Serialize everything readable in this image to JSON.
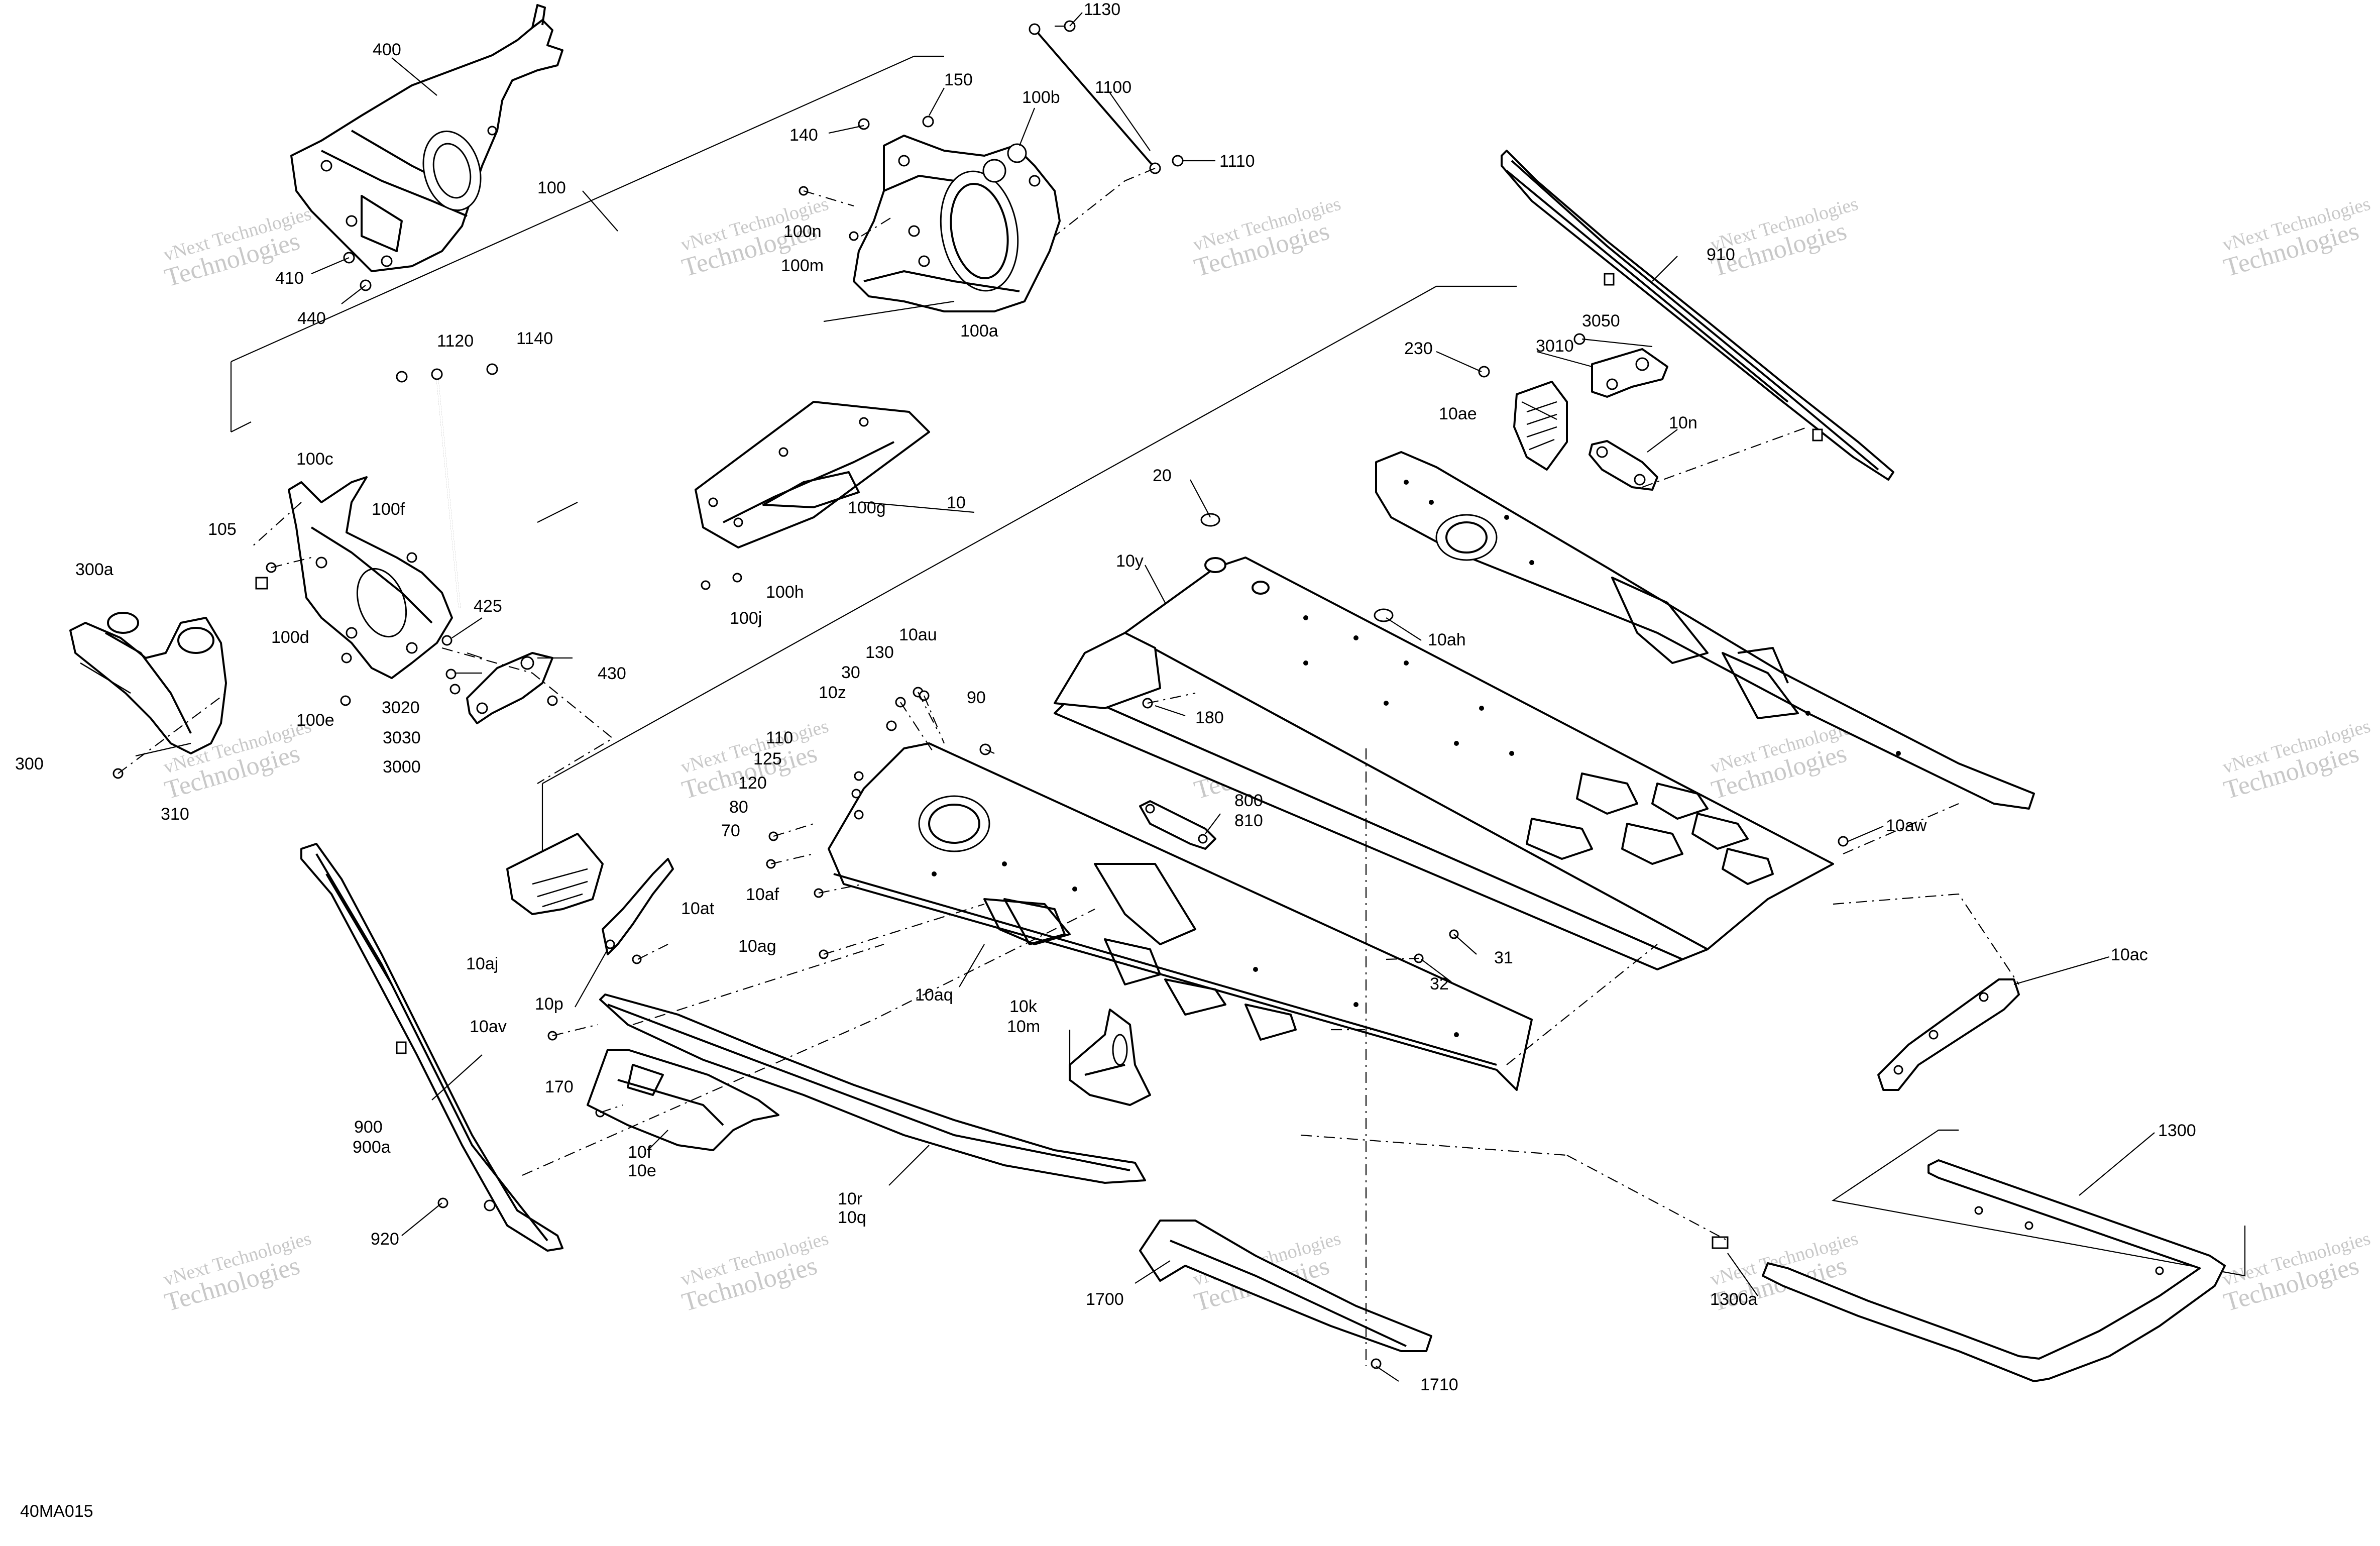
{
  "diagram_code": "40MA015",
  "watermark_text": {
    "line1": "vNext Technologies",
    "line2": "Technologies",
    "small": "vNext"
  },
  "labels": {
    "l1130": "1130",
    "l1100": "1100",
    "l1110": "1110",
    "l150": "150",
    "l140": "140",
    "l100b": "100b",
    "l400": "400",
    "l100": "100",
    "l410": "410",
    "l440": "440",
    "l100n": "100n",
    "l100m": "100m",
    "l100a": "100a",
    "l910": "910",
    "l1120": "1120",
    "l1140": "1140",
    "l3050": "3050",
    "l230": "230",
    "l3010": "3010",
    "l10ae": "10ae",
    "l10n": "10n",
    "l100c": "100c",
    "l100f": "100f",
    "l105": "105",
    "l300a": "300a",
    "l100d": "100d",
    "l425": "425",
    "l430": "430",
    "l3020": "3020",
    "l3030": "3030",
    "l3000": "3000",
    "l100e": "100e",
    "l300": "300",
    "l310": "310",
    "l100g": "100g",
    "l10": "10",
    "l20": "20",
    "l10y": "10y",
    "l100h": "100h",
    "l100j": "100j",
    "l10ah": "10ah",
    "l10au": "10au",
    "l130": "130",
    "l30": "30",
    "l10z": "10z",
    "l90": "90",
    "l110": "110",
    "l125": "125",
    "l120": "120",
    "l180": "180",
    "l80": "80",
    "l70": "70",
    "l800": "800",
    "l810": "810",
    "l10af": "10af",
    "l10aw": "10aw",
    "l10at": "10at",
    "l10aj": "10aj",
    "l10ag": "10ag",
    "l31": "31",
    "l32": "32",
    "l10ac": "10ac",
    "l10p": "10p",
    "l10aq": "10aq",
    "l10k": "10k",
    "l10m": "10m",
    "l10av": "10av",
    "l170": "170",
    "l1300": "1300",
    "l900": "900",
    "l900a": "900a",
    "l10f": "10f",
    "l10e": "10e",
    "l10r": "10r",
    "l10q": "10q",
    "l920": "920",
    "l1700": "1700",
    "l1300a": "1300a",
    "l1710": "1710"
  }
}
